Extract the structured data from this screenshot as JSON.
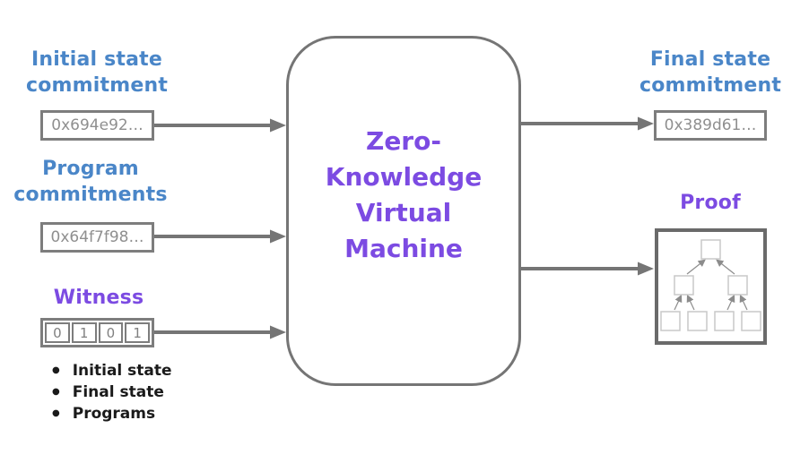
{
  "diagram_title": "Zero-Knowledge Virtual Machine flow diagram",
  "colors": {
    "heading_blue": "#4a86c8",
    "heading_purple": "#7c4be2",
    "arrow_gray": "#757575",
    "hash_text_gray": "#8f8f8f"
  },
  "inputs": {
    "initial_state": {
      "label": "Initial state\ncommitment",
      "value": "0x694e92…"
    },
    "program": {
      "label": "Program\ncommitments",
      "value": "0x64f7f98…"
    },
    "witness": {
      "label": "Witness",
      "bits": [
        "0",
        "1",
        "0",
        "1"
      ],
      "notes": [
        "Initial state",
        "Final state",
        "Programs"
      ]
    }
  },
  "vm": {
    "label": "Zero-\nKnowledge\nVirtual\nMachine"
  },
  "outputs": {
    "final_state": {
      "label": "Final state\ncommitment",
      "value": "0x389d61…"
    },
    "proof": {
      "label": "Proof"
    }
  }
}
